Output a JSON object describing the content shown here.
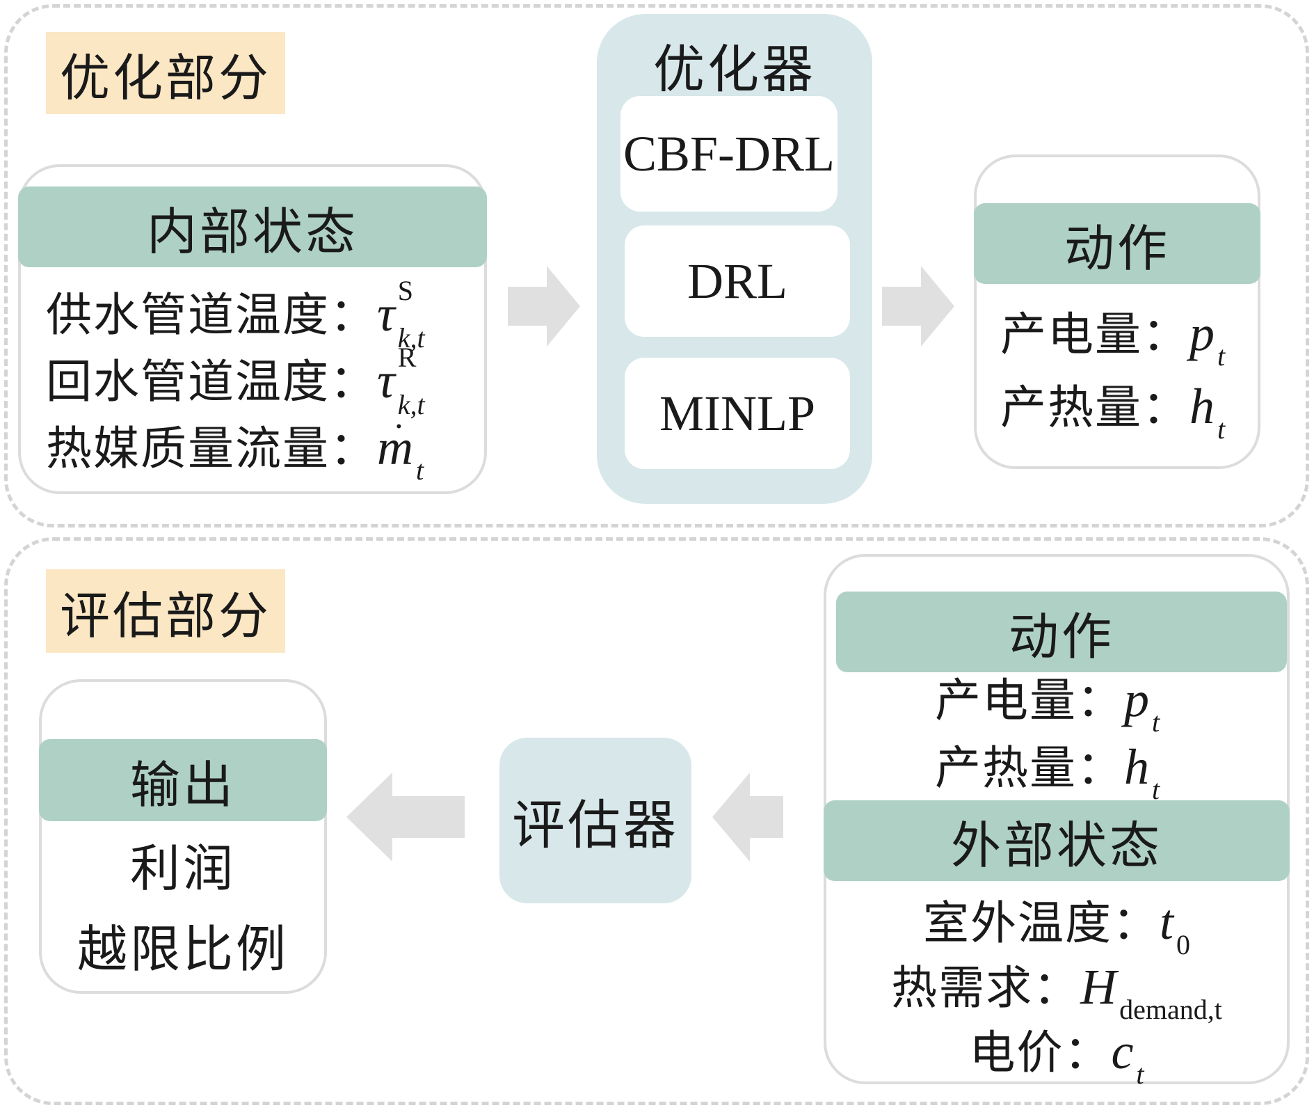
{
  "optimization": {
    "tag": "优化部分",
    "internal_state": {
      "header": "内部状态",
      "rows": [
        {
          "label": "供水管道温度：",
          "symbol": "τ",
          "sup": "S",
          "sub": "k,t"
        },
        {
          "label": "回水管道温度：",
          "symbol": "τ",
          "sup": "R",
          "sub": "k,t"
        },
        {
          "label": "热媒质量流量：",
          "symbol": "m",
          "sub": "t"
        }
      ]
    },
    "optimizer": {
      "title": "优化器",
      "items": [
        "CBF-DRL",
        "DRL",
        "MINLP"
      ]
    },
    "action": {
      "header": "动作",
      "rows": [
        {
          "label": "产电量：",
          "symbol": "p",
          "sub": "t"
        },
        {
          "label": "产热量：",
          "symbol": "h",
          "sub": "t"
        }
      ]
    }
  },
  "evaluation": {
    "tag": "评估部分",
    "output": {
      "header": "输出",
      "items": [
        "利润",
        "越限比例"
      ]
    },
    "evaluator": {
      "label": "评估器"
    },
    "action": {
      "header": "动作",
      "rows": [
        {
          "label": "产电量：",
          "symbol": "p",
          "sub": "t"
        },
        {
          "label": "产热量：",
          "symbol": "h",
          "sub": "t"
        }
      ]
    },
    "external_state": {
      "header": "外部状态",
      "rows": [
        {
          "label": "室外温度：",
          "symbol": "t",
          "sub": "0"
        },
        {
          "label": "热需求：",
          "symbol": "H",
          "sub": "demand,t"
        },
        {
          "label": "电价：",
          "symbol": "c",
          "sub": "t"
        }
      ]
    }
  },
  "colors": {
    "tag_bg": "#fbe7c4",
    "header_bg": "#aed0c5",
    "panel_bg": "#d7e7ea",
    "arrow": "#e0e0e0",
    "dashed_border": "#d4d4d4"
  }
}
